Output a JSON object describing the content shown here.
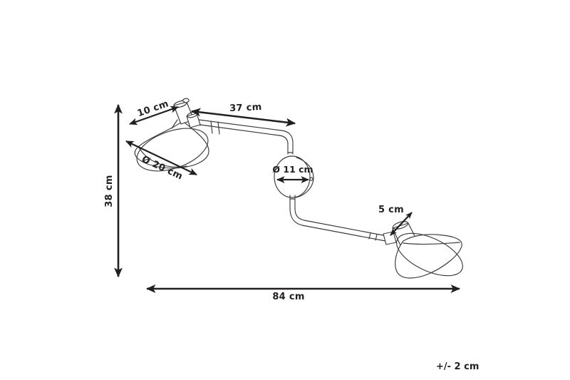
{
  "drawing": {
    "title": "Wall lamp dimension drawing",
    "background_color": "#ffffff",
    "line_color": "#3a3a3a",
    "dimension_color": "#231f20",
    "units": "cm"
  },
  "dimensions": {
    "shade_depth": "10 cm",
    "upper_arm": "37 cm",
    "shade_diameter": "Ø 20 cm",
    "mount_diameter": "Ø 11 cm",
    "height": "38 cm",
    "small_shade_neck": "5 cm",
    "total_width": "84 cm"
  },
  "notes": {
    "tolerance": "+/- 2 cm"
  }
}
